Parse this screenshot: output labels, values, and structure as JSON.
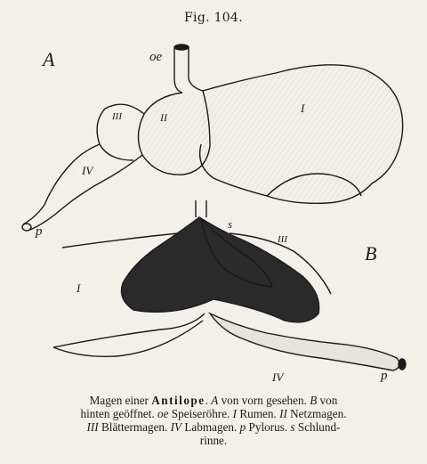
{
  "figure": {
    "number_label": "Fig. 104."
  },
  "labels": {
    "panel_a": "A",
    "panel_b": "B",
    "oe": "oe",
    "rumen_a": "I",
    "reticulum_a": "II",
    "omasum_a": "III",
    "abomasum_a": "IV",
    "pylorus_a": "p",
    "s": "s",
    "omasum_b": "III",
    "rumen_b": "I",
    "abomasum_b": "IV",
    "pylorus_b": "p"
  },
  "caption": {
    "l1_a": "Magen einer ",
    "l1_b": "Antilope",
    "l1_c": ". ",
    "l1_d": "A",
    "l1_e": " von vorn gesehen. ",
    "l1_f": "B",
    "l1_g": " von",
    "l2_a": "hinten geöffnet. ",
    "l2_b": "oe",
    "l2_c": " Speiseröhre. ",
    "l2_d": "I",
    "l2_e": " Rumen. ",
    "l2_f": "II",
    "l2_g": " Netzmagen.",
    "l3_a": "III",
    "l3_b": " Blättermagen. ",
    "l3_c": "IV",
    "l3_d": " Labmagen. ",
    "l3_e": "p",
    "l3_f": " Pylorus. ",
    "l3_g": "s",
    "l3_h": " Schlund-",
    "l4": "rinne."
  }
}
